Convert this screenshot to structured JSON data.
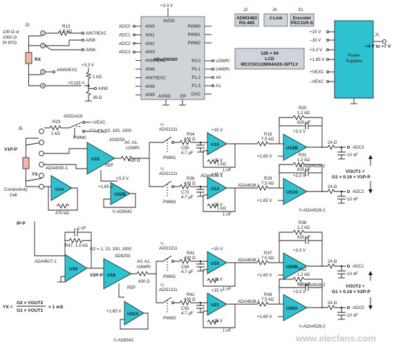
{
  "colors": {
    "accent": "#2ec1cf",
    "chip": "#cfd4d9",
    "sensor": "#f2b7a4"
  },
  "mcu": {
    "part": "ADuCM360",
    "power": "+3.3 V",
    "avdd": "AVDD",
    "agnd": "AGND",
    "ep": "EP",
    "left_pins": [
      "AIN0",
      "AIN1",
      "AIN2",
      "AIN3",
      "AIN5/IEXC",
      "AIN6",
      "AIN7/IEXC",
      "AIN8",
      "AIN9"
    ],
    "right_pins": [
      "PWM0",
      "PWM1",
      "PWM2",
      "P0.0",
      "P0.1",
      "P1.2",
      "P1.3",
      "DAC"
    ],
    "right_nets": [
      "U2WRI",
      "U4WRI",
      "A0",
      "A1"
    ],
    "adc_nets": [
      "ADC0",
      "ADC1",
      "ADC2",
      "ADC3"
    ]
  },
  "top_boxes": [
    {
      "id": "J2",
      "line1": "ADM3483",
      "line2": "RS-485"
    },
    {
      "id": "J4",
      "line1": "J-Link",
      "line2": ""
    },
    {
      "id": "S1",
      "line1": "Encoder",
      "line2": "PEC11R-S"
    }
  ],
  "lcd": {
    "line1": "128 × 64",
    "line2": "LCD",
    "line3": "MCCOG128064A6S-SPTLY"
  },
  "power": {
    "label1": "Power",
    "label2": "Supplies",
    "rails": [
      "+15 V",
      "–15 V",
      "+3.3 V",
      "+1.65 V",
      "+VEXC",
      "–VEXC"
    ],
    "j1": "J1",
    "input": "+4 V to +7 V"
  },
  "rtd": {
    "j3": "J3",
    "sensor_text": [
      "100 Ω or",
      "1000 Ω",
      "Pt RTD"
    ],
    "rx": "RX",
    "r13": "R13",
    "r13v": "1.5 kΩ",
    "ain78": "AIN7/IEXC",
    "ain8": "AIN8",
    "ain6": "AIN6",
    "ain5": "AIN5/IEXC",
    "v33": "+3.3 V",
    "r1k": "1 kΩ",
    "vbias": "+0.115 V",
    "ain9": "AIN9",
    "r36": "36 Ω",
    "pins": [
      "1",
      "2",
      "3",
      "4"
    ]
  },
  "cond": {
    "adg1419": "ADG1419",
    "r23": "R23",
    "r23v": "1 kΩ",
    "vexcp": "+VEXC",
    "vexcn": "–VEXC",
    "pwm0": "PWM0",
    "j5": "J5",
    "v1pp": "V1P-P",
    "yx": "YX",
    "cell1": "Conductivity",
    "cell2": "Cell",
    "ada4000": "ADA4000-1",
    "u14": "U14",
    "r470": "470 kΩ",
    "ipp": "IP-P",
    "pins": [
      "1",
      "2",
      "3",
      "4",
      "5",
      "6"
    ]
  },
  "ch1": {
    "gain": "G1 = 1, 10, 100, 1000",
    "ad8253": "AD8253",
    "u15": "U15",
    "ref": "REF",
    "a0a1": "A0, A1,",
    "u2wri": "U2WRI",
    "r430": "430 Ω",
    "u22b": "U22B",
    "half_ad8542": "½ AD8542",
    "adg1211": "¼\nADG1211",
    "r34": "R34",
    "r34v": "430 Ω",
    "c50": "C50",
    "c50v": "4.7 µF",
    "pwm1": "PWM1",
    "u10": "U10",
    "r36b": "R36",
    "r36bv": "430 Ω",
    "c73": "C73",
    "c73v": "4.7 µF",
    "pwm2": "PWM2",
    "u13": "U13",
    "ada4638": "ADA4638-1",
    "r1k": "1 kΩ",
    "c1nf": "1 nF",
    "r19": "R19",
    "r19v": "7.5 kΩ",
    "r29": "R29",
    "r29v": "7.5 kΩ",
    "r20": "R20",
    "r20v": "1.2 kΩ",
    "c20": "820 pF",
    "r31": "R31",
    "r31v": "1.2 kΩ",
    "c31": "820 pF",
    "u12b": "U12B",
    "u12a": "U12A",
    "half_ad4528": "½ ADA4528-2",
    "r24": "24 Ω",
    "c10nf": "10 nF",
    "adc3": "ADC3",
    "adc2": "ADC2",
    "vout_a": "VOUT1 =",
    "vout_b": "G1 × 0.16 × V1P-P"
  },
  "ch2": {
    "c1nf": "1 nF",
    "r47": "R47, 1.0 kΩ",
    "ada4627": "ADA4627-1",
    "u19": "U19",
    "gain": "G2 = 1, 10, 100, 1000",
    "ad8253": "AD8253",
    "u18": "U18",
    "v2pp": "V2P-P",
    "a0a1": "A0, A1,",
    "u4wri": "U4WRI",
    "r430": "430 Ω",
    "ref": "REF",
    "u22a": "U22A",
    "half_ad8542": "½ AD8542",
    "r41": "R41",
    "r41v": "430 Ω",
    "c94": "C94",
    "c94v": "4.7 µF",
    "pwm1": "PWM1",
    "u16": "U16",
    "r42": "R42",
    "r42v": "430 Ω",
    "c93": "C93",
    "c93v": "4.7 µF",
    "pwm2": "PWM2",
    "u21": "U21",
    "ada4638": "ADA4638-1",
    "r37": "R37",
    "r37v": "7.5 kΩ",
    "r48": "R48",
    "r48v": "7.5 kΩ",
    "r38": "R38",
    "r38v": "1.2 kΩ",
    "c38": "820 pF",
    "r52": "R52",
    "r52v": "1.2 kΩ",
    "c52": "820 pF",
    "u20b": "U20B",
    "u20a": "U20A",
    "half_ad4528": "½ ADA4528-2",
    "r24": "24 Ω",
    "c10nf": "10 nF",
    "adc1": "ADC1",
    "adc0": "ADC0",
    "vout_a": "VOUT2 =",
    "vout_b": "G1 × 0.16 × V2P-P"
  },
  "formula": {
    "lhs": "YX =",
    "num": "G2 × VOUT2",
    "den": "G1 × VOUT1",
    "tail": "× 1 mS"
  },
  "rails": {
    "p15": "+15 V",
    "n15": "–15 V",
    "p33": "+3.3 V",
    "p165": "+1.65 V"
  },
  "watermark": "www.elecfans.com"
}
